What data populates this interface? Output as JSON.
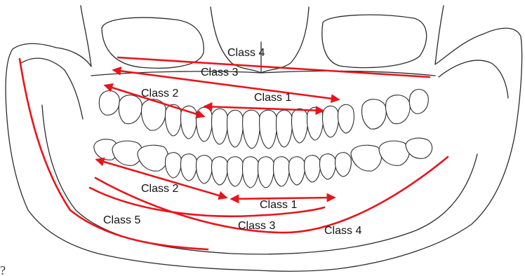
{
  "diagram": {
    "colors": {
      "line": "#e8141b",
      "outline": "#2b2b2b",
      "background": "#ffffff"
    },
    "upper_labels": {
      "class4": "Class 4",
      "class3": "Class 3",
      "class2": "Class 2",
      "class1": "Class 1"
    },
    "lower_labels": {
      "class2": "Class 2",
      "class1": "Class 1",
      "class3": "Class 3",
      "class4": "Class 4",
      "class5": "Class 5"
    }
  }
}
